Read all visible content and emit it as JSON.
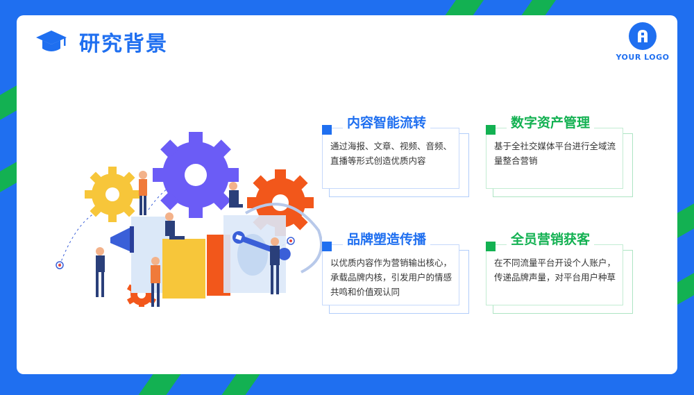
{
  "header": {
    "title": "研究背景",
    "icon": "graduation-cap-icon"
  },
  "logo": {
    "text": "YOUR LOGO",
    "icon": "logo-mark-icon"
  },
  "features": [
    {
      "title": "内容智能流转",
      "desc": "通过海报、文章、视频、音频、直播等形式创造优质内容",
      "color": "#1f6ff0"
    },
    {
      "title": "数字资产管理",
      "desc": "基于全社交媒体平台进行全域流量整合营销",
      "color": "#13b152"
    },
    {
      "title": "品牌塑造传播",
      "desc": "以优质内容作为营销输出核心，承载品牌内核，引发用户的情感共鸣和价值观认同",
      "color": "#1f6ff0"
    },
    {
      "title": "全员营销获客",
      "desc": "在不同流量平台开设个人账户，传递品牌声量，对平台用户种草",
      "color": "#13b152"
    }
  ],
  "colors": {
    "primary": "#1f6ff0",
    "accent_green": "#13b152",
    "purple": "#6b5cf6",
    "yellow": "#f7c63a",
    "orange": "#f2571b"
  }
}
